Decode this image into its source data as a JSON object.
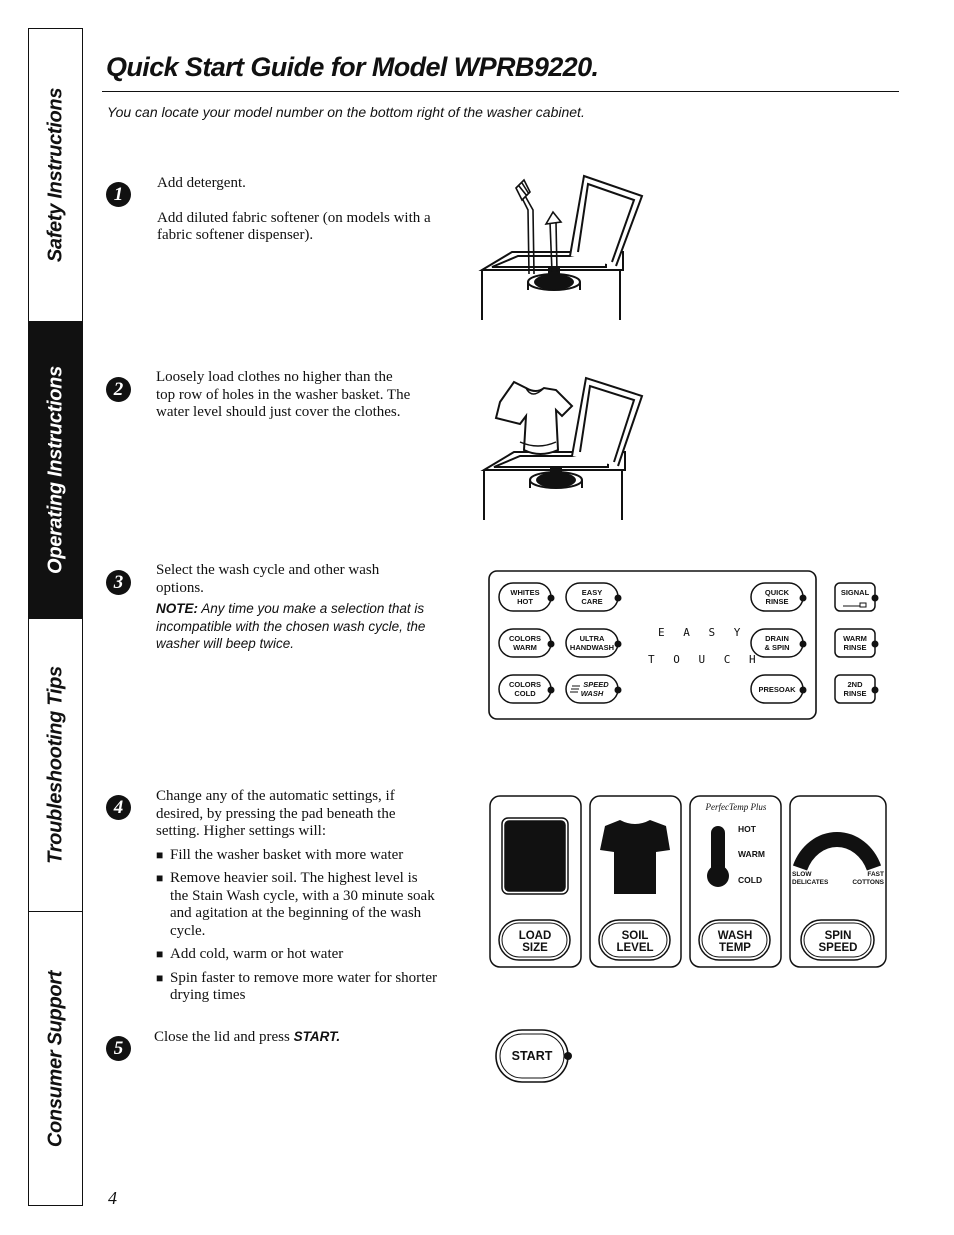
{
  "sidebar": {
    "tabs": [
      {
        "label": "Safety Instructions",
        "active": false
      },
      {
        "label": "Operating Instructions",
        "active": true
      },
      {
        "label": "Troubleshooting Tips",
        "active": false
      },
      {
        "label": "Consumer Support",
        "active": false
      }
    ]
  },
  "header": {
    "title": "Quick Start Guide for Model WPRB9220.",
    "subtitle": "You can locate your model number on the bottom right of the washer cabinet."
  },
  "steps": [
    {
      "number": "1",
      "line1": "Add detergent.",
      "line2": "Add diluted fabric softener (on models with a fabric softener dispenser)."
    },
    {
      "number": "2",
      "text": "Loosely load clothes no higher than the top row of holes in the washer basket. The water level should just cover the clothes."
    },
    {
      "number": "3",
      "text": "Select the wash cycle and other wash options.",
      "note_label": "NOTE:",
      "note_text": " Any time you make a selection that is incompatible with the chosen wash cycle, the washer will beep twice."
    },
    {
      "number": "4",
      "text": "Change any of the automatic settings, if desired, by pressing the pad beneath the setting. Higher settings will:",
      "bullets": [
        "Fill the washer basket with more water",
        "Remove heavier soil. The highest level is the Stain Wash cycle, with a 30 minute soak and agitation at the beginning of the wash cycle.",
        "Add cold, warm or hot water",
        "Spin faster to remove more water for shorter drying times"
      ]
    },
    {
      "number": "5",
      "text": "Close the lid and press ",
      "emph": "START."
    }
  ],
  "control_panel": {
    "left_buttons": [
      {
        "line1": "WHITES",
        "line2": "HOT"
      },
      {
        "line1": "EASY",
        "line2": "CARE"
      },
      {
        "line1": "COLORS",
        "line2": "WARM"
      },
      {
        "line1": "ULTRA",
        "line2": "HANDWASH"
      },
      {
        "line1": "COLORS",
        "line2": "COLD"
      },
      {
        "line1": "SPEED",
        "line2": "WASH"
      }
    ],
    "center_line1": "E A S Y",
    "center_line2": "T O U C H",
    "right_buttons": [
      {
        "line1": "QUICK",
        "line2": "RINSE"
      },
      {
        "line1": "DRAIN",
        "line2": "& SPIN"
      },
      {
        "line1": "PRESOAK",
        "line2": ""
      }
    ],
    "option_buttons": [
      {
        "line1": "SIGNAL",
        "line2": ""
      },
      {
        "line1": "WARM",
        "line2": "RINSE"
      },
      {
        "line1": "2ND",
        "line2": "RINSE"
      }
    ]
  },
  "settings_panel": {
    "pads": [
      {
        "line1": "LOAD",
        "line2": "SIZE"
      },
      {
        "line1": "SOIL",
        "line2": "LEVEL"
      },
      {
        "line1": "WASH",
        "line2": "TEMP"
      },
      {
        "line1": "SPIN",
        "line2": "SPEED"
      }
    ],
    "temp_brand": "PerfecTemp Plus",
    "temp_levels": [
      "HOT",
      "WARM",
      "COLD"
    ],
    "spin_slow_1": "SLOW",
    "spin_slow_2": "DELICATES",
    "spin_fast_1": "FAST",
    "spin_fast_2": "COTTONS"
  },
  "start_button": {
    "label": "START"
  },
  "page_number": "4"
}
